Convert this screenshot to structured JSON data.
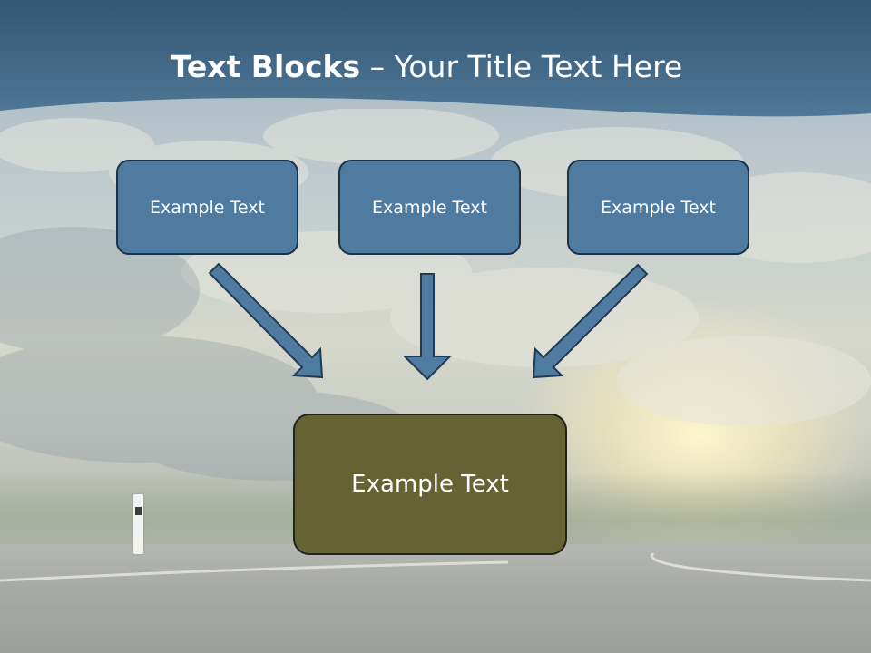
{
  "slide": {
    "title_bold": "Text Blocks",
    "title_dash": " – ",
    "title_rest": "Your Title Text Here"
  },
  "blocks": {
    "top": [
      {
        "label": "Example Text"
      },
      {
        "label": "Example Text"
      },
      {
        "label": "Example Text"
      }
    ],
    "bottom": {
      "label": "Example Text"
    }
  },
  "colors": {
    "banner": "#3a6283",
    "top_box_fill": "#4f7ba0",
    "top_box_border": "#1b3247",
    "bottom_box_fill": "#656233",
    "arrow_fill": "#4f7ba0"
  }
}
